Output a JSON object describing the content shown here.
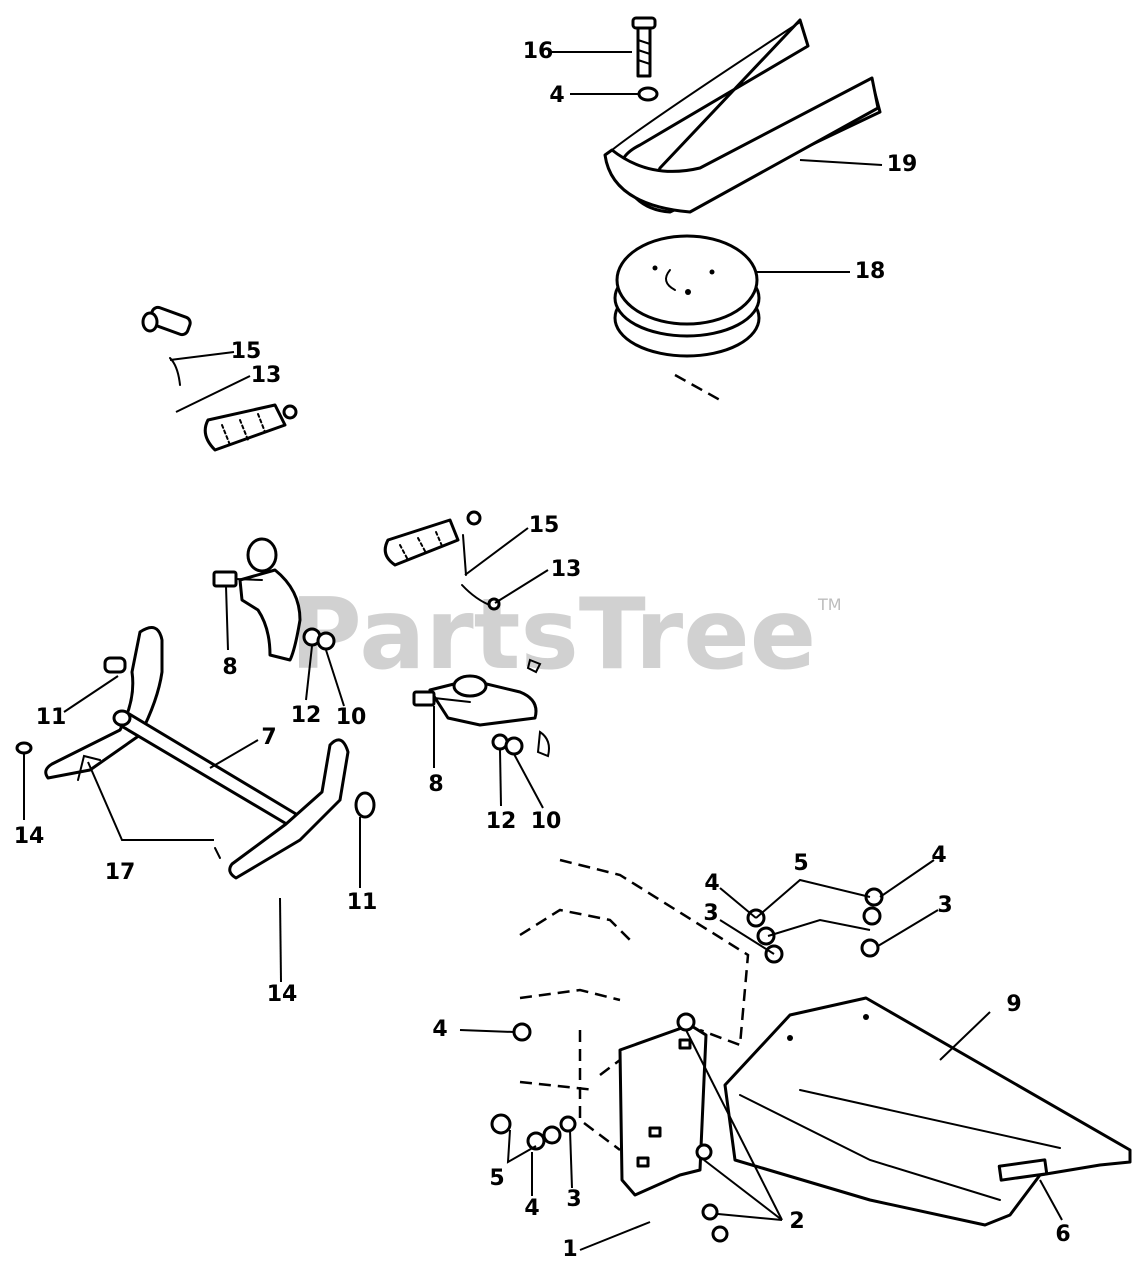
{
  "watermark": {
    "text": "PartsTree",
    "tm": "TM"
  },
  "callouts": {
    "c16": "16",
    "c4a": "4",
    "c19": "19",
    "c18": "18",
    "c15a": "15",
    "c13a": "13",
    "c15b": "15",
    "c13b": "13",
    "c8a": "8",
    "c12a": "12",
    "c10a": "10",
    "c11a": "11",
    "c7": "7",
    "c14a": "14",
    "c17": "17",
    "c11b": "11",
    "c14b": "14",
    "c8b": "8",
    "c12b": "12",
    "c10b": "10",
    "c5a": "5",
    "c4b": "4",
    "c4c": "4",
    "c3a": "3",
    "c3b": "3",
    "c9": "9",
    "c4d": "4",
    "c5b": "5",
    "c4e": "4",
    "c3c": "3",
    "c2": "2",
    "c1": "1",
    "c6": "6"
  }
}
